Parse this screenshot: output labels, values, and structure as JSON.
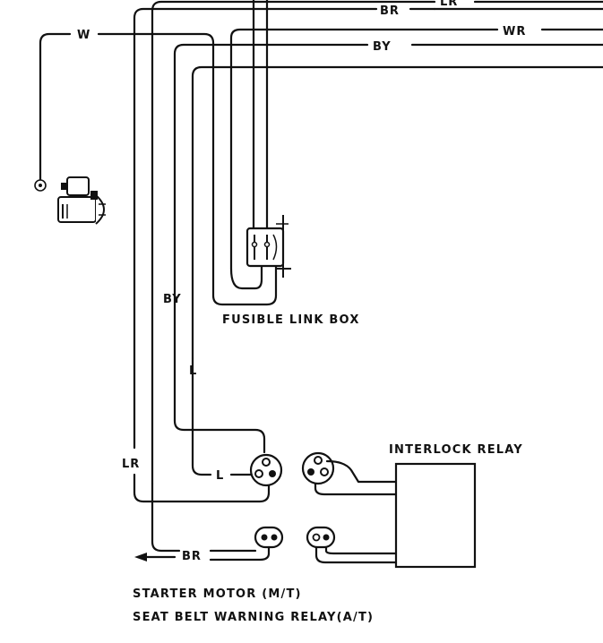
{
  "wire_labels": {
    "br_top": "BR",
    "lr_top": "LR",
    "wr": "WR",
    "by_top": "BY",
    "w": "W",
    "by_side": "BY",
    "l_side": "L",
    "l_relay": "L",
    "lr_side": "LR",
    "br_bottom": "BR"
  },
  "captions": {
    "fusible_link_box": "FUSIBLE LINK BOX",
    "interlock_relay": "INTERLOCK RELAY",
    "starter_motor": "STARTER MOTOR (M/T)",
    "seat_belt_relay": "SEAT BELT WARNING RELAY(A/T)"
  }
}
